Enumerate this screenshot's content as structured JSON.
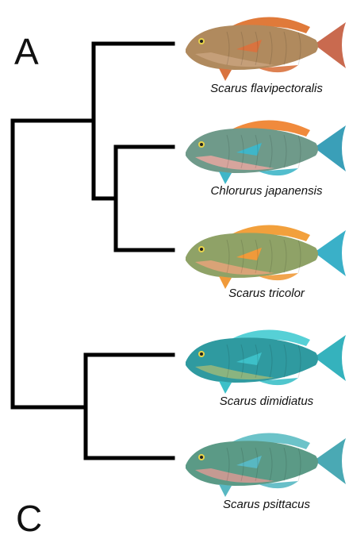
{
  "panel_labels": [
    "A",
    "C"
  ],
  "species": [
    {
      "name": "Scarus flavipectoralis",
      "body": "#b08a5e",
      "belly": "#c9a27e",
      "fin": "#d9733f",
      "tail": "#c96a4f",
      "accent": "#e07a3a"
    },
    {
      "name": "Chlorurus japanensis",
      "body": "#6f9a8a",
      "belly": "#e9a7a0",
      "fin": "#3fb6c8",
      "tail": "#3a9fb8",
      "accent": "#f08a3c"
    },
    {
      "name": "Scarus tricolor",
      "body": "#8fa267",
      "belly": "#e6a37a",
      "fin": "#f09a3a",
      "tail": "#3ab0c8",
      "accent": "#f2a03c"
    },
    {
      "name": "Scarus dimidiatus",
      "body": "#2f9aa0",
      "belly": "#9ab97a",
      "fin": "#3dc0c8",
      "tail": "#35b2bd",
      "accent": "#56d0d6"
    },
    {
      "name": "Scarus psittacus",
      "body": "#5b9a86",
      "belly": "#d89a94",
      "fin": "#58b8c2",
      "tail": "#4aa9b4",
      "accent": "#6cc3c9"
    }
  ],
  "colors": {
    "tree": "#000000"
  }
}
